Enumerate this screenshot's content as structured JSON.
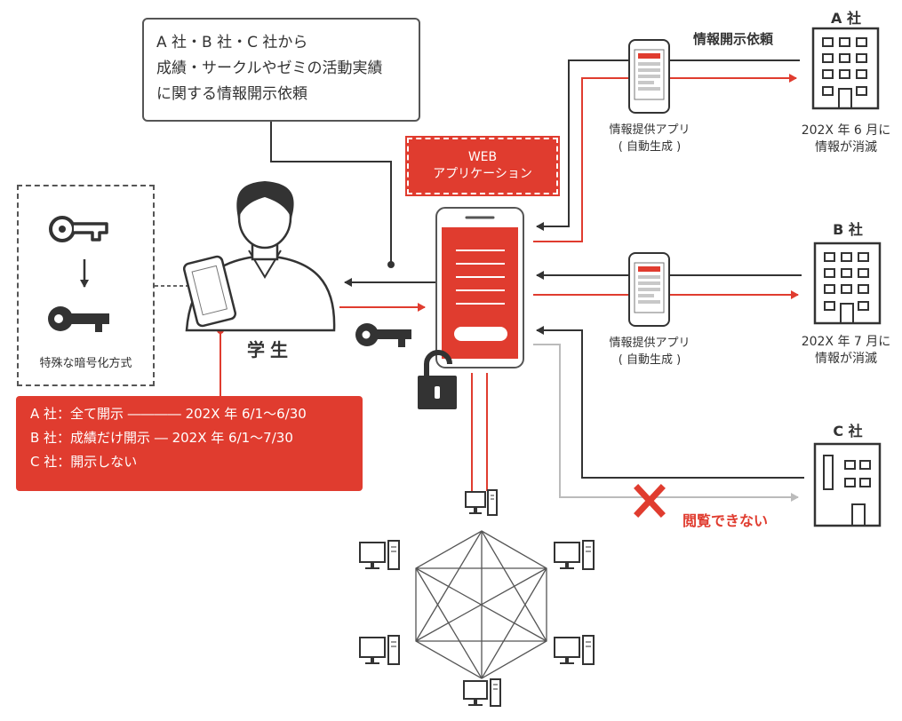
{
  "speech_bubble": {
    "lines": [
      "A 社・B 社・C 社から",
      "成績・サークルやゼミの活動実績",
      "に関する情報開示依頼"
    ]
  },
  "key_box": {
    "caption": "特殊な暗号化方式"
  },
  "student": {
    "label": "学生"
  },
  "web_app": {
    "lines": [
      "WEB",
      "アプリケーション"
    ]
  },
  "policy": {
    "lines": [
      "A 社：全て開示 ―――― 202X 年 6/1〜6/30",
      "B 社：成績だけ開示 ― 202X 年 6/1〜7/30",
      "C 社：開示しない"
    ]
  },
  "request_label": "情報開示依頼",
  "companies": [
    {
      "name": "A 社",
      "note_lines": [
        "202X 年 6 月に",
        "情報が消滅"
      ]
    },
    {
      "name": "B 社",
      "note_lines": [
        "202X 年 7 月に",
        "情報が消滅"
      ]
    },
    {
      "name": "C 社"
    }
  ],
  "info_apps": [
    {
      "lines": [
        "情報提供アプリ",
        "( 自動生成 )"
      ]
    },
    {
      "lines": [
        "情報提供アプリ",
        "( 自動生成 )"
      ]
    }
  ],
  "cannot_view": "閲覧できない",
  "colors": {
    "accent": "#e03c2f",
    "dark": "#333333",
    "gray": "#bbbbbb"
  }
}
